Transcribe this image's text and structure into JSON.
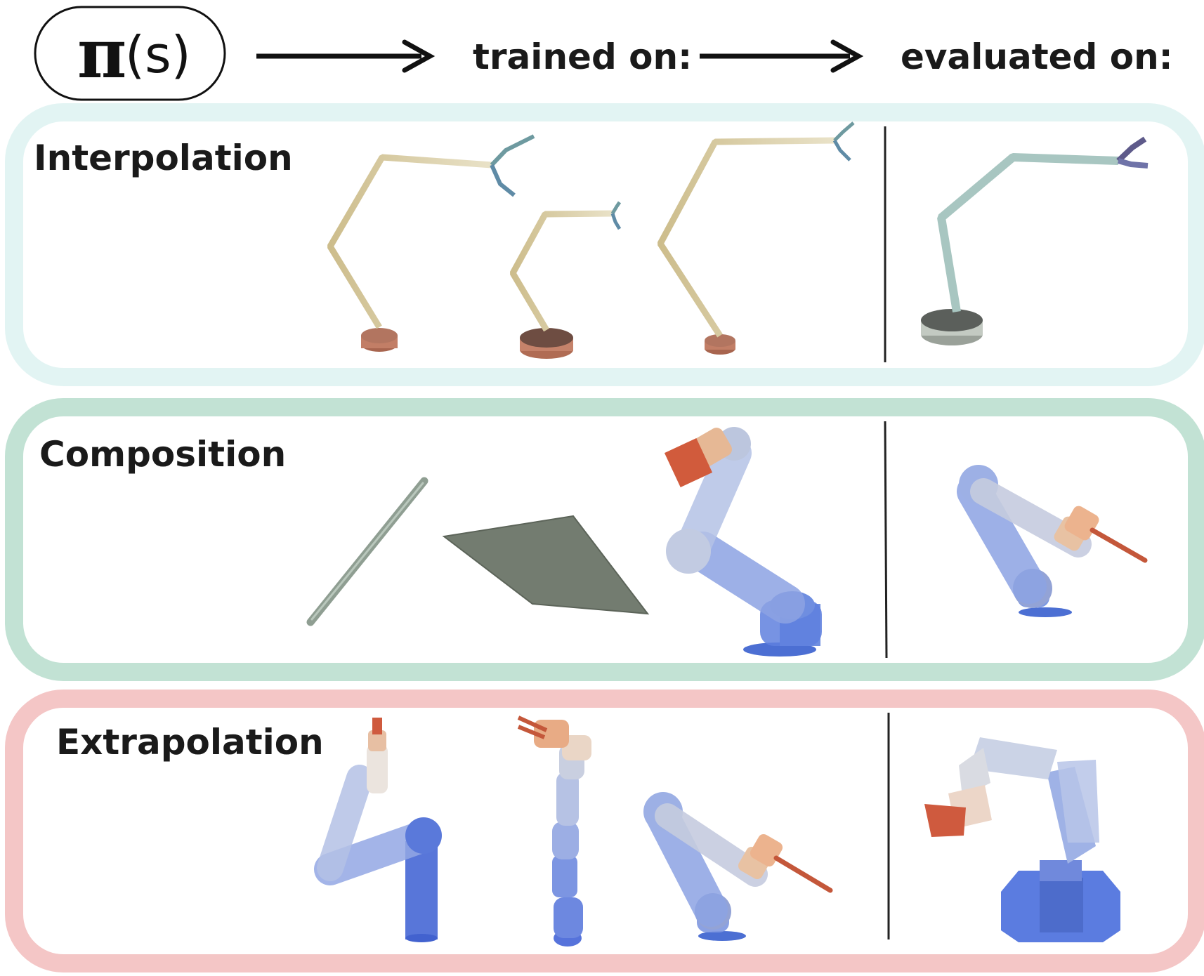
{
  "header": {
    "policy_symbol": "π",
    "policy_arg": "(s)",
    "trained_on": "trained on:",
    "evaluated_on": "evaluated on:"
  },
  "panels": [
    {
      "id": "interpolation",
      "title": "Interpolation",
      "border_color": "#e2f4f3"
    },
    {
      "id": "composition",
      "title": "Composition",
      "border_color": "#c2e2d4"
    },
    {
      "id": "extrapolation",
      "title": "Extrapolation",
      "border_color": "#f4c6c6"
    }
  ],
  "colors": {
    "arrow": "#111111",
    "tan_link": "#d6c9a0",
    "base_brown": "#b87660",
    "robot_blue": "#7f95d8",
    "robot_gray": "#c7cfe2",
    "gripper_orange": "#e8ab85",
    "gripper_red": "#cf5a3e",
    "plane_gray": "#737c70",
    "eval_teal": "#a9c4c2"
  }
}
